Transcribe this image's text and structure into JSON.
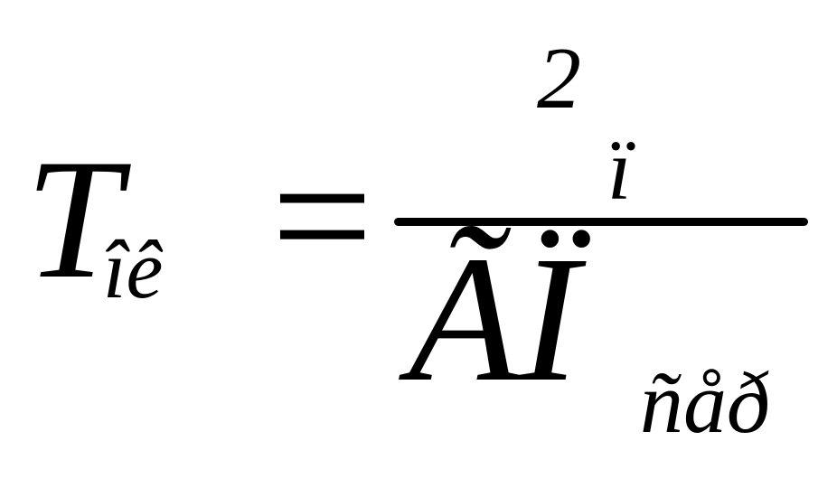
{
  "formula": {
    "lhs": {
      "main": "T",
      "subscript": "îê"
    },
    "operator": "=",
    "numerator": {
      "superscript": "2",
      "main": "ï"
    },
    "denominator": {
      "main": "ÃÏ",
      "subscript": "ñåð"
    }
  },
  "colors": {
    "text": "#000000",
    "background": "#ffffff"
  }
}
